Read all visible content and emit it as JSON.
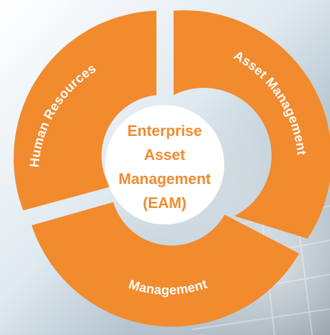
{
  "colors": {
    "accent": "#F28A2E",
    "center_fill": "#FFFFFF",
    "ring_text": "#FFFFFF",
    "center_text": "#F28A2E"
  },
  "center": {
    "line1": "Enterprise",
    "line2": "Asset",
    "line3": "Management",
    "line4": "(EAM)"
  },
  "segments": [
    {
      "label": "Human Resources"
    },
    {
      "label": "Asset Management"
    },
    {
      "label": "Management"
    }
  ]
}
